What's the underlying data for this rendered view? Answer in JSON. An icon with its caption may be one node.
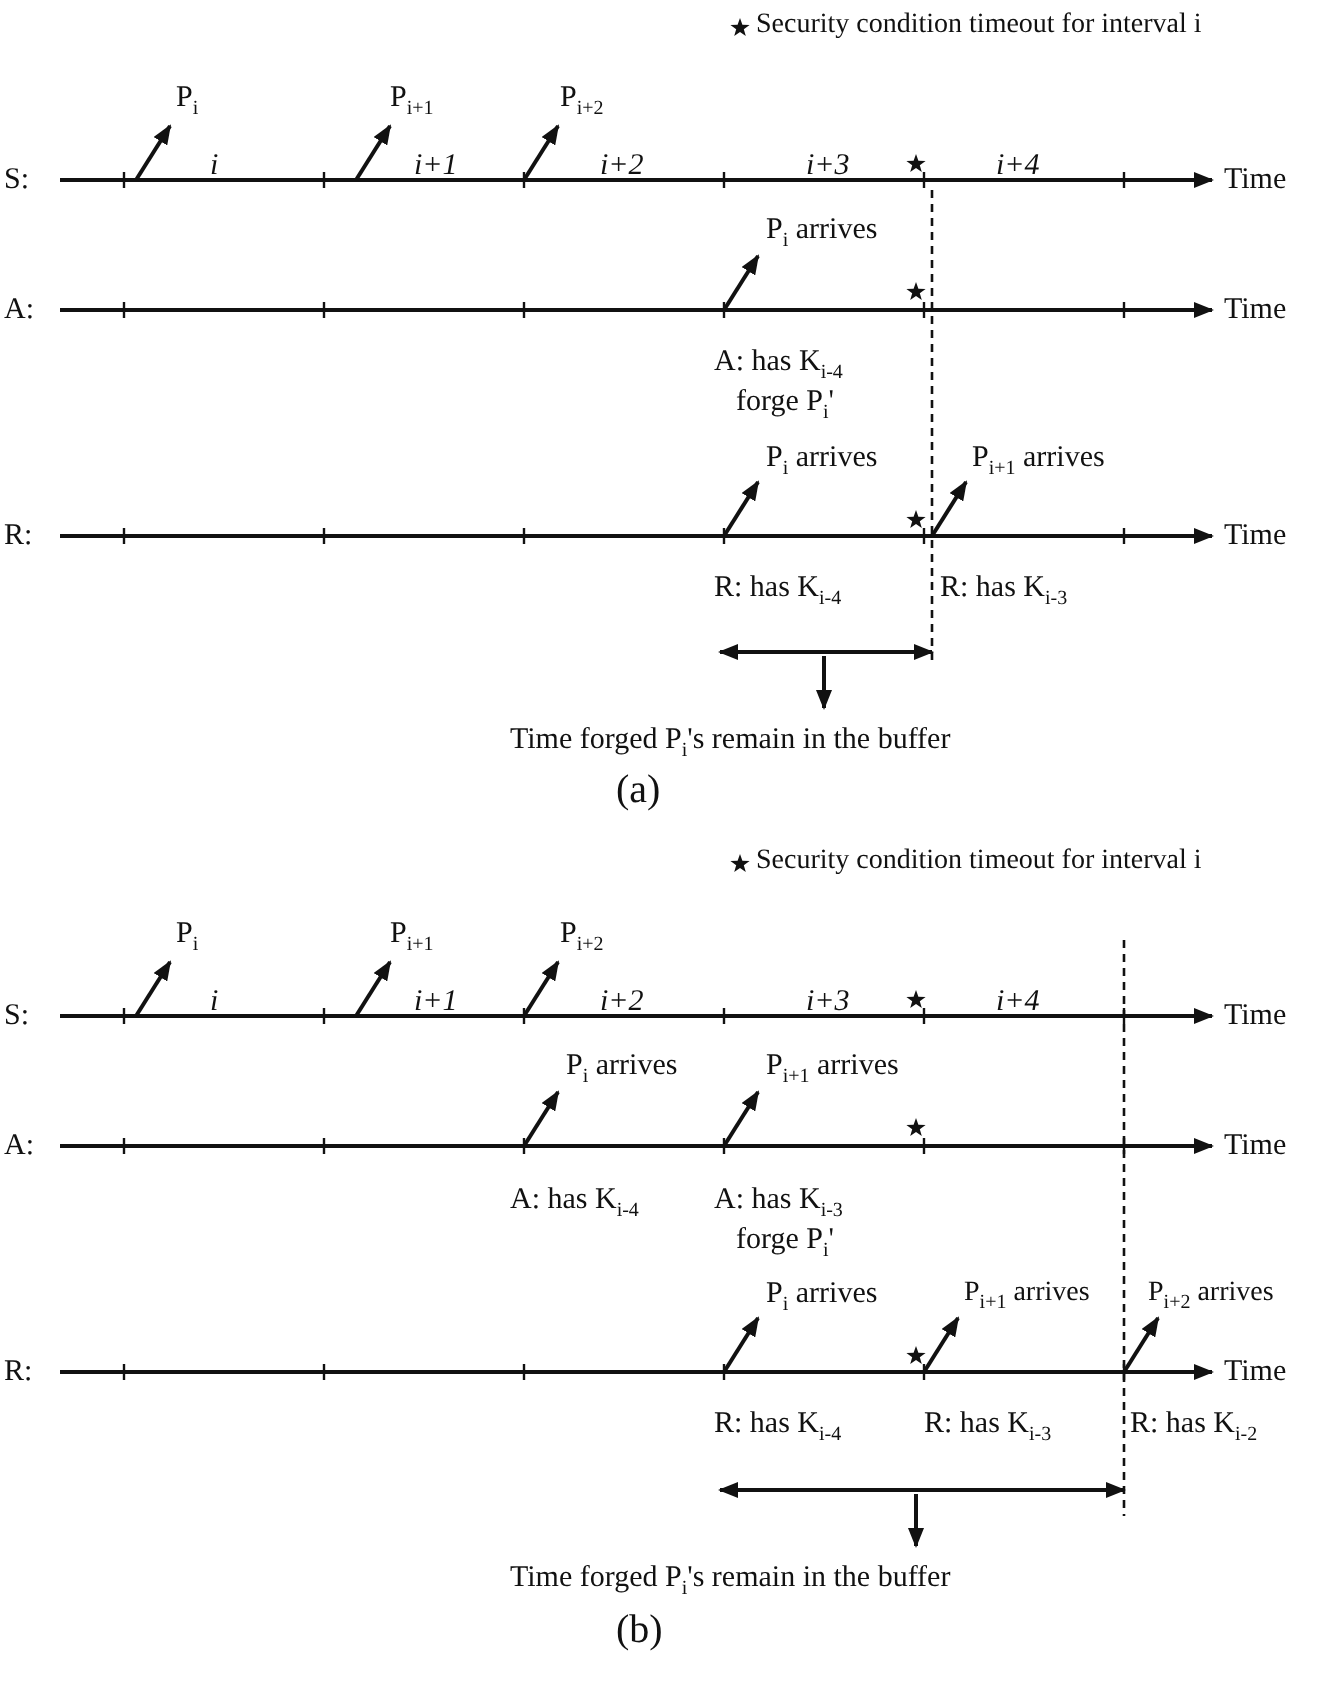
{
  "diagram": {
    "labels": [
      "P$_{i}$",
      "P$_{i+1}$",
      "P$_{i+2}$",
      "S:",
      "i",
      "i+1",
      "i+2",
      "i+3",
      "i+4",
      "Time",
      "P$_{i}$ arrives",
      "A:",
      "Time",
      "A: has K$_{i-4}$",
      "forge P$_{i}$'",
      "P$_{i}$ arrives",
      "P$_{i+1}$ arrives",
      "R:",
      "Time",
      "R: has K$_{i-4}$",
      "R: has K$_{i-3}$",
      "Time forged P$_{i}$'s remain in the buffer",
      "(a)",
      "P$_{i}$",
      "P$_{i+1}$",
      "P$_{i+2}$",
      "S:",
      "i",
      "i+1",
      "i+2",
      "i+3",
      "i+4",
      "Time",
      "P$_{i}$ arrives",
      "P$_{i+1}$ arrives",
      "A:",
      "Time",
      "A: has K$_{i-4}$",
      "A: has K$_{i-3}$",
      "forge P$_{i}$'",
      "P$_{i}$ arrives",
      "P$_{i+1}$ arrives",
      "P$_{i+2}$ arrives",
      "R:",
      "Time",
      "R: has K$_{i-4}$",
      "R: has K$_{i-3}$",
      "R: has K$_{i-2}$",
      "Time forged P$_{i}$'s remain in the buffer",
      "(b)"
    ],
    "legend": [
      {
        "text": "Security condition timeout for interval i"
      },
      {
        "text": "Security condition timeout for interval i"
      }
    ]
  }
}
